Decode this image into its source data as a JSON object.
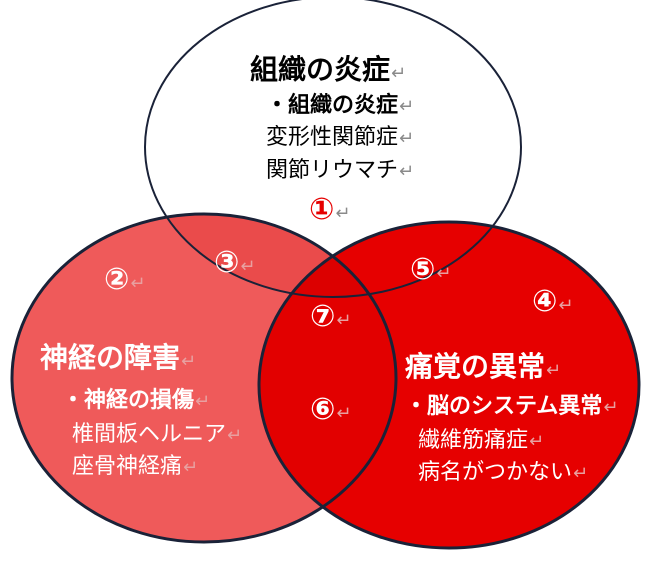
{
  "return_mark": "↵",
  "top": {
    "title": "組織の炎症",
    "items": [
      "・組織の炎症",
      "変形性関節症",
      "関節リウマチ"
    ],
    "number": "①"
  },
  "left": {
    "title": "神経の障害",
    "items": [
      "・神経の損傷",
      "椎間板ヘルニア",
      "座骨神経痛"
    ],
    "number": "②"
  },
  "right": {
    "title": "痛覚の異常",
    "items": [
      "・脳のシステム異常",
      "繊維筋痛症",
      "病名がつかない"
    ],
    "number": "④"
  },
  "overlaps": {
    "top_left": "③",
    "top_right": "⑤",
    "left_right": "⑥",
    "all": "⑦"
  },
  "colors": {
    "left_fill": "#ef5a5a",
    "right_fill": "#e60000",
    "top_left_overlap": "#ea4b4b",
    "all_overlap": "#dc0000",
    "outline": "#1a2238",
    "top_number": "#e60000"
  }
}
